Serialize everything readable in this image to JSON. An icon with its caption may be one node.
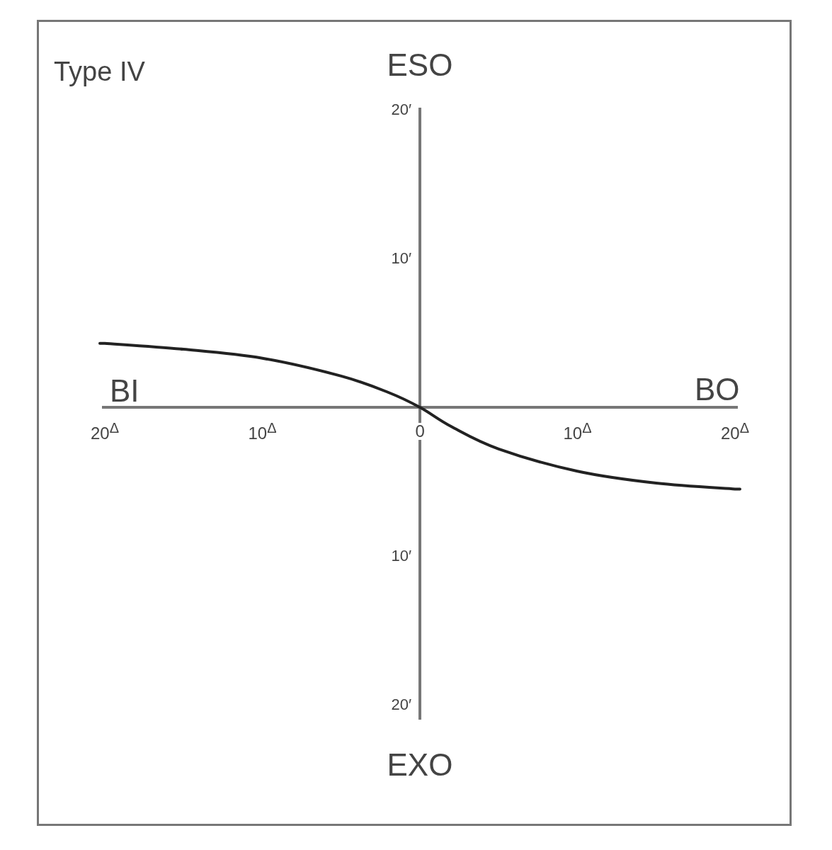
{
  "diagram": {
    "title": "Type IV",
    "labels": [
      "ESO",
      "BI",
      "BO",
      "EXO"
    ],
    "chart_data": {
      "type": "line",
      "x": [
        -20,
        -15,
        -10,
        -5,
        -2,
        0,
        2,
        5,
        10,
        15,
        20
      ],
      "series": [
        {
          "name": null,
          "color": "#222222",
          "values": [
            4.3,
            3.9,
            3.3,
            2.1,
            1.0,
            0,
            -1.3,
            -2.8,
            -4.3,
            -5.1,
            -5.5
          ]
        }
      ],
      "xlim": [
        -20,
        20
      ],
      "ylim": [
        -21,
        20
      ],
      "xticks": [
        {
          "value": -20,
          "label": "20$^{Δ}$"
        },
        {
          "value": -10,
          "label": "10$^{Δ}$"
        },
        {
          "value": 0,
          "label": "0"
        },
        {
          "value": 10,
          "label": "10$^{Δ}$"
        },
        {
          "value": 20,
          "label": "20$^{Δ}$"
        }
      ],
      "yticks": [
        {
          "value": 20,
          "label": "20′"
        },
        {
          "value": 10,
          "label": "10′"
        },
        {
          "value": -10,
          "label": "10′"
        },
        {
          "value": -20,
          "label": "20′"
        }
      ]
    }
  }
}
